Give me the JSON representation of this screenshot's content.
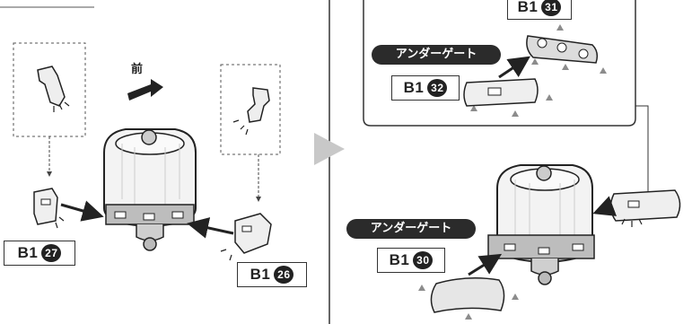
{
  "labels": {
    "b1_27": {
      "prefix": "B1",
      "num": "27"
    },
    "b1_26": {
      "prefix": "B1",
      "num": "26"
    },
    "b1_31": {
      "prefix": "B1",
      "num": "31"
    },
    "b1_32": {
      "prefix": "B1",
      "num": "32"
    },
    "b1_30": {
      "prefix": "B1",
      "num": "30"
    }
  },
  "gate_label": "アンダーゲート",
  "front_label": "前",
  "colors": {
    "ink": "#222222",
    "part_fill": "#f0f0f0",
    "shade": "#9a9a9a",
    "step_arrow": "#c8c8c8"
  }
}
